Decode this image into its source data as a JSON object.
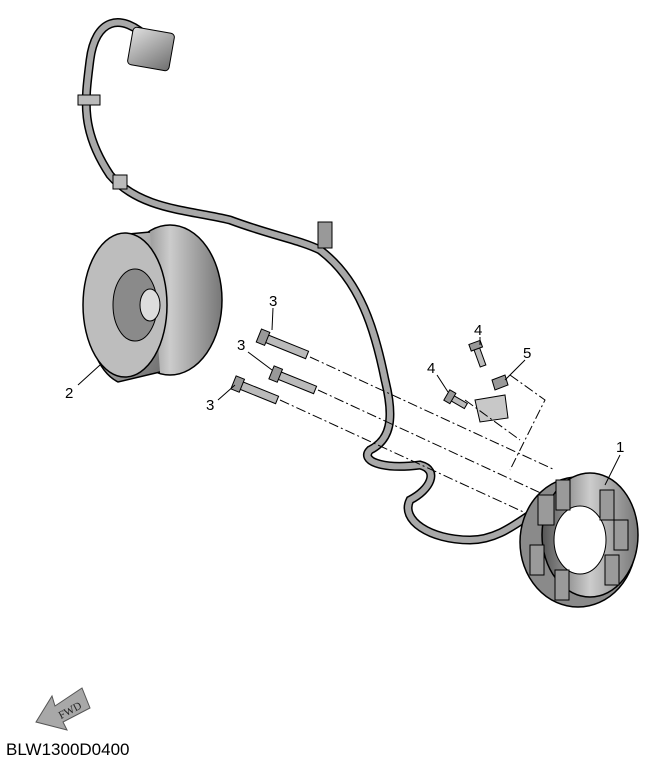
{
  "diagram": {
    "callouts": [
      {
        "id": "1",
        "part": "stator"
      },
      {
        "id": "2",
        "part": "rotor-flywheel"
      },
      {
        "id": "3",
        "part": "bolt"
      },
      {
        "id": "3",
        "part": "bolt"
      },
      {
        "id": "3",
        "part": "bolt"
      },
      {
        "id": "4",
        "part": "screw"
      },
      {
        "id": "4",
        "part": "screw"
      },
      {
        "id": "5",
        "part": "clamp"
      }
    ],
    "fwd_label": "FWD",
    "diagram_code": "BLW1300D0400",
    "colors": {
      "line": "#000000",
      "part_fill": "#b8b8b8",
      "shade": "#7a7a7a"
    }
  }
}
